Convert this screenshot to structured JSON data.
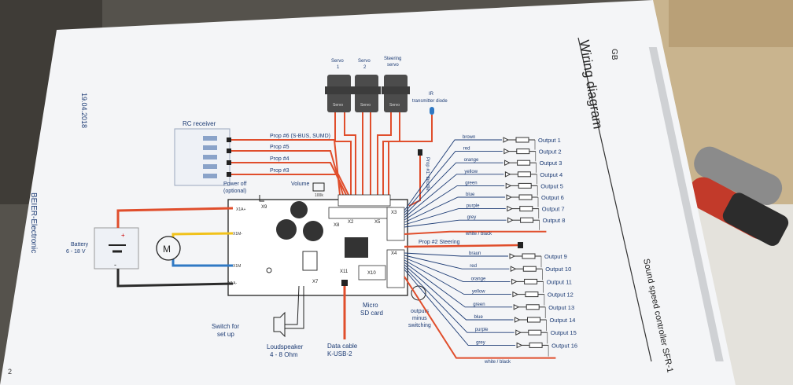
{
  "page": {
    "date": "19.04.2018",
    "company": "BEIER-Electronic",
    "lang": "GB",
    "title": "Wiring diagram",
    "subtitle": "Sound speed controller SFR-1",
    "page_marker": "2"
  },
  "servos": [
    {
      "label_line1": "Servo",
      "label_line2": "1",
      "body": "Servo"
    },
    {
      "label_line1": "Servo",
      "label_line2": "2",
      "body": "Servo"
    },
    {
      "label_line1": "Steering",
      "label_line2": "servo",
      "body": "Servo"
    }
  ],
  "ir": {
    "line1": "IR",
    "line2": "transmitter diode"
  },
  "rc_receiver": {
    "label": "RC receiver"
  },
  "props": [
    "Prop #6 (S-BUS, SUMD)",
    "Prop #5",
    "Prop #4",
    "Prop #3"
  ],
  "prop1": "Prop #1: throttle",
  "prop2": "Prop #2 Steering",
  "power_off": {
    "line1": "Power off",
    "line2": "(optional)"
  },
  "volume": {
    "label": "Volume",
    "value": "100k"
  },
  "battery": {
    "line1": "Battery",
    "line2": "6 - 18 V",
    "plus": "+",
    "minus": "-"
  },
  "motor": "M",
  "connectors": {
    "x9": "X9",
    "x8": "X8",
    "x2": "X2",
    "x5": "X5",
    "x3": "X3",
    "x4": "X4",
    "x7": "X7",
    "x10": "X10",
    "x11": "X11",
    "x1a": "X1A+",
    "x1b": "X1M-",
    "x1c": "X1M",
    "x1d": "X1A-"
  },
  "switch": {
    "line1": "Switch for",
    "line2": "set up"
  },
  "loudspeaker": {
    "line1": "Loudspeaker",
    "line2": "4 - 8 Ohm"
  },
  "data_cable": {
    "line1": "Data cable",
    "line2": "K-USB-2"
  },
  "sd": {
    "line1": "Micro",
    "line2": "SD card"
  },
  "minus_switch": {
    "line1": "outputs",
    "line2": "minus",
    "line3": "switching"
  },
  "outputs_upper": [
    {
      "color": "brown",
      "label": "Output 1"
    },
    {
      "color": "red",
      "label": "Output 2"
    },
    {
      "color": "orange",
      "label": "Output 3"
    },
    {
      "color": "yellow",
      "label": "Output 4"
    },
    {
      "color": "green",
      "label": "Output 5"
    },
    {
      "color": "blue",
      "label": "Output 6"
    },
    {
      "color": "purple",
      "label": "Output 7"
    },
    {
      "color": "grey",
      "label": "Output 8"
    }
  ],
  "outputs_lower": [
    {
      "color": "braun",
      "label": "Output 9"
    },
    {
      "color": "red",
      "label": "Output 10"
    },
    {
      "color": "orange",
      "label": "Output 11"
    },
    {
      "color": "yellow",
      "label": "Output 12"
    },
    {
      "color": "green",
      "label": "Output 13"
    },
    {
      "color": "blue",
      "label": "Output 14"
    },
    {
      "color": "purple",
      "label": "Output 15"
    },
    {
      "color": "grey",
      "label": "Output 16"
    }
  ],
  "common_wire": "white / black",
  "colors": {
    "wire_red": "#e04e2c",
    "wire_black": "#2b2b2b",
    "wire_yellow": "#f1c21b",
    "wire_blue": "#2f79c4",
    "ink": "#1c3b74"
  }
}
